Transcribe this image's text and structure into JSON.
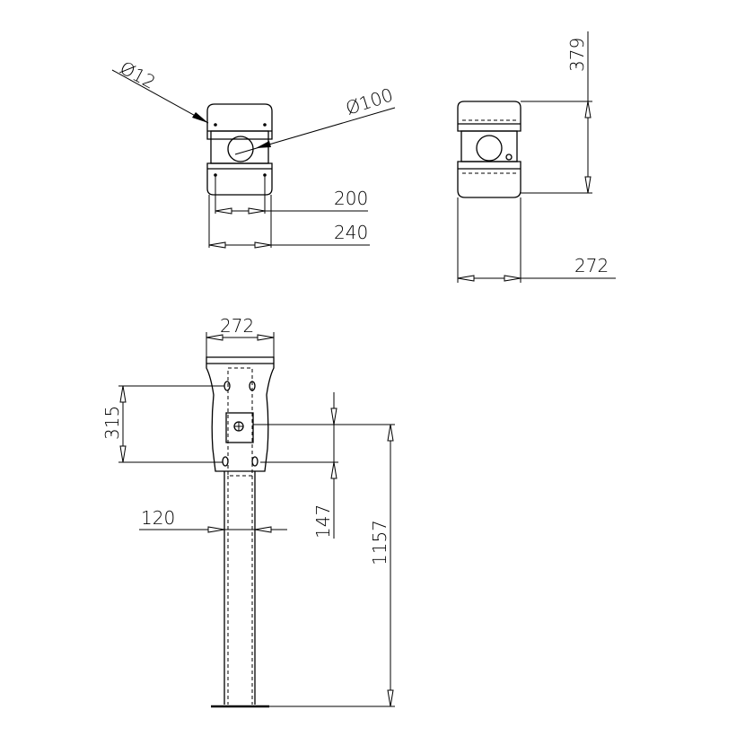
{
  "views": {
    "front_top": {
      "dim_hole_dia": "Ø12",
      "dim_circle_dia": "Ø100",
      "dim_inner_width": "200",
      "dim_outer_width": "240"
    },
    "side_top": {
      "dim_height": "379",
      "dim_width": "272"
    },
    "elevation": {
      "dim_head_width": "272",
      "dim_hole_spacing": "315",
      "dim_pole_width": "120",
      "dim_offset": "147",
      "dim_total_height": "1157"
    }
  }
}
